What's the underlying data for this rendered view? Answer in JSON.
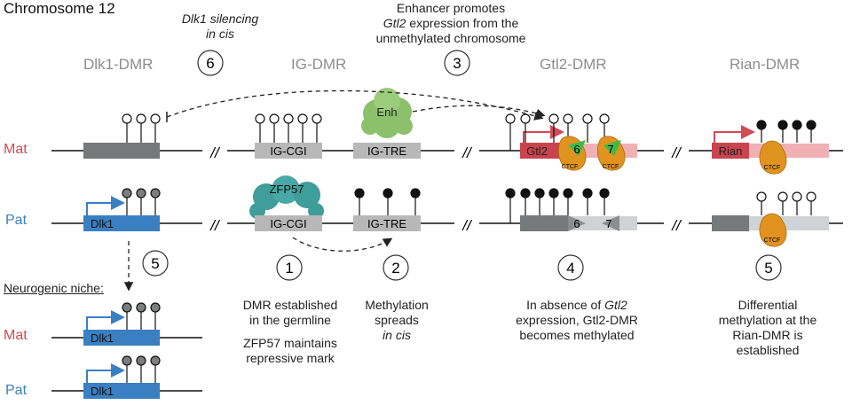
{
  "title": "Chromosome 12",
  "regions": {
    "dlk1_dmr": "Dlk1-DMR",
    "ig_dmr": "IG-DMR",
    "gtl2_dmr": "Gtl2-DMR",
    "rian_dmr": "Rian-DMR"
  },
  "rows": {
    "mat": "Mat",
    "pat": "Pat"
  },
  "steps": {
    "s1": "1",
    "s2": "2",
    "s3": "3",
    "s4": "4",
    "s5a": "5",
    "s5b": "5",
    "s6": "6"
  },
  "captions": {
    "s6_line1": "Dlk1 silencing",
    "s6_line2": "in cis",
    "s3_line1": "Enhancer promotes",
    "s3_line2a": "Gtl2",
    "s3_line2b": " expression from the",
    "s3_line3": "unmethylated chromosome",
    "s1_line1": "DMR established",
    "s1_line2": "in the germline",
    "s1_line3": "ZFP57 maintains",
    "s1_line4": "repressive mark",
    "s2_line1": "Methylation",
    "s2_line2": "spreads",
    "s2_line3": "in cis",
    "s4_line1a": "In absence of ",
    "s4_line1b": "Gtl2",
    "s4_line2": "expression, Gtl2-DMR",
    "s4_line3": "becomes methylated",
    "s5_line1": "Differential",
    "s5_line2": "methylation at the",
    "s5_line3": "Rian-DMR is",
    "s5_line4": "established",
    "niche": "Neurogenic niche:"
  },
  "labels": {
    "ig_cgi": "IG-CGI",
    "ig_tre": "IG-TRE",
    "enh": "Enh",
    "zfp57": "ZFP57",
    "dlk1": "Dlk1",
    "gtl2": "Gtl2",
    "rian": "Rian",
    "ctcf": "CTCF",
    "site6": "6",
    "site7": "7",
    "break": "//"
  },
  "colors": {
    "mat": "#cf4b55",
    "pat": "#3a7fc2",
    "gene_box_gray": "#767879",
    "element_gray": "#b8b8b8",
    "enhancer_green": "#8cc06b",
    "zfp57_teal": "#3f9d9a",
    "ctcf_orange": "#e0931f",
    "site_green": "#3dbb4a",
    "methylated": "#111111",
    "dlk1_lollipop": "#7b7d7e",
    "rian_pink": "#f1b1b4"
  }
}
